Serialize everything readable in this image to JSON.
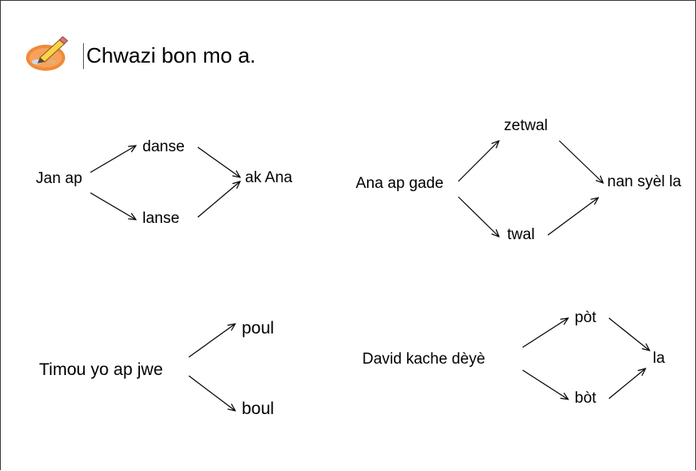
{
  "instruction": "Chwazi bon mo a.",
  "icons": {
    "instruction_icon": "pencil-palette-icon"
  },
  "exercises": [
    {
      "start": "Jan ap",
      "options": [
        "danse",
        "lanse"
      ],
      "end": "ak Ana"
    },
    {
      "start": "Ana ap gade",
      "options": [
        "zetwal",
        "twal"
      ],
      "end": "nan syèl la"
    },
    {
      "start": "Timou yo ap jwe",
      "options": [
        "poul",
        "boul"
      ]
    },
    {
      "start": "David kache dèyè",
      "options": [
        "pòt",
        "bòt"
      ],
      "end": "la"
    }
  ]
}
